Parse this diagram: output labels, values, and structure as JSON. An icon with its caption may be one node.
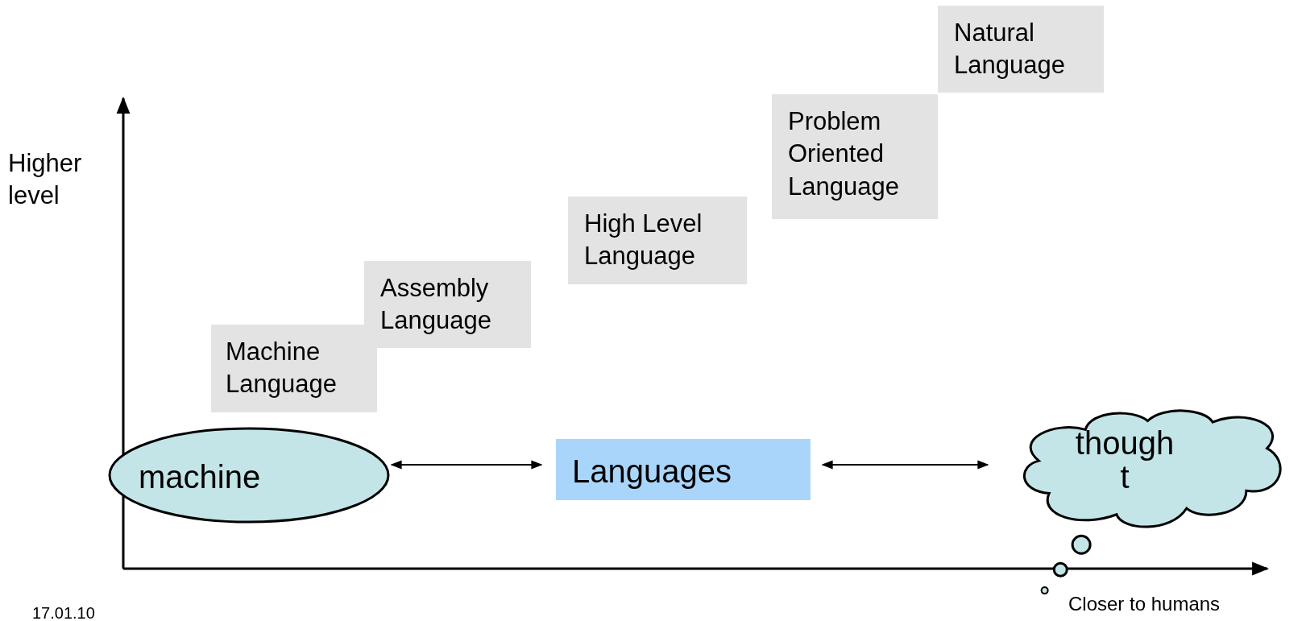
{
  "diagram": {
    "nodes": [
      {
        "text": [
          "Machine Language"
        ]
      },
      {
        "text": [
          "Assembly Language"
        ]
      },
      {
        "text": [
          "High Level Language"
        ]
      },
      {
        "text": [
          "Problem Oriented Language"
        ]
      },
      {
        "text": [
          "Natural Language"
        ]
      },
      {
        "text": [
          "machine"
        ]
      },
      {
        "text": [
          "Languages"
        ]
      },
      {
        "text": [
          "thought"
        ]
      }
    ],
    "edges": [
      {
        "from": 5,
        "to": 6,
        "arrow": "both"
      },
      {
        "from": 6,
        "to": 7,
        "arrow": "both"
      }
    ],
    "labels": [
      "Higher level",
      "Closer to humans",
      "17.01.10"
    ]
  }
}
